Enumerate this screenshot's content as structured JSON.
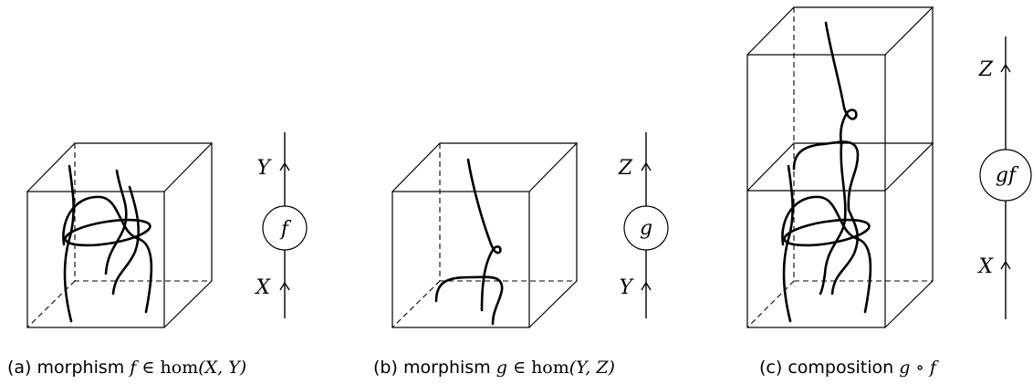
{
  "panels": [
    {
      "id": "a",
      "caption": {
        "tag": "(a)",
        "word": "morphism",
        "symbol": "f",
        "relation": "∈",
        "func": "hom",
        "args": "(X, Y)"
      },
      "labels": {
        "top": "Y",
        "node": "f",
        "bottom": "X"
      }
    },
    {
      "id": "b",
      "caption": {
        "tag": "(b)",
        "word": "morphism",
        "symbol": "g",
        "relation": "∈",
        "func": "hom",
        "args": "(Y, Z)"
      },
      "labels": {
        "top": "Z",
        "node": "g",
        "bottom": "Y"
      }
    },
    {
      "id": "c",
      "caption": {
        "tag": "(c)",
        "word": "composition",
        "symbol": "g",
        "relation": "∘",
        "func": "",
        "args": "f"
      },
      "labels": {
        "top": "Z",
        "node": "gf",
        "bottom": "X"
      }
    }
  ]
}
